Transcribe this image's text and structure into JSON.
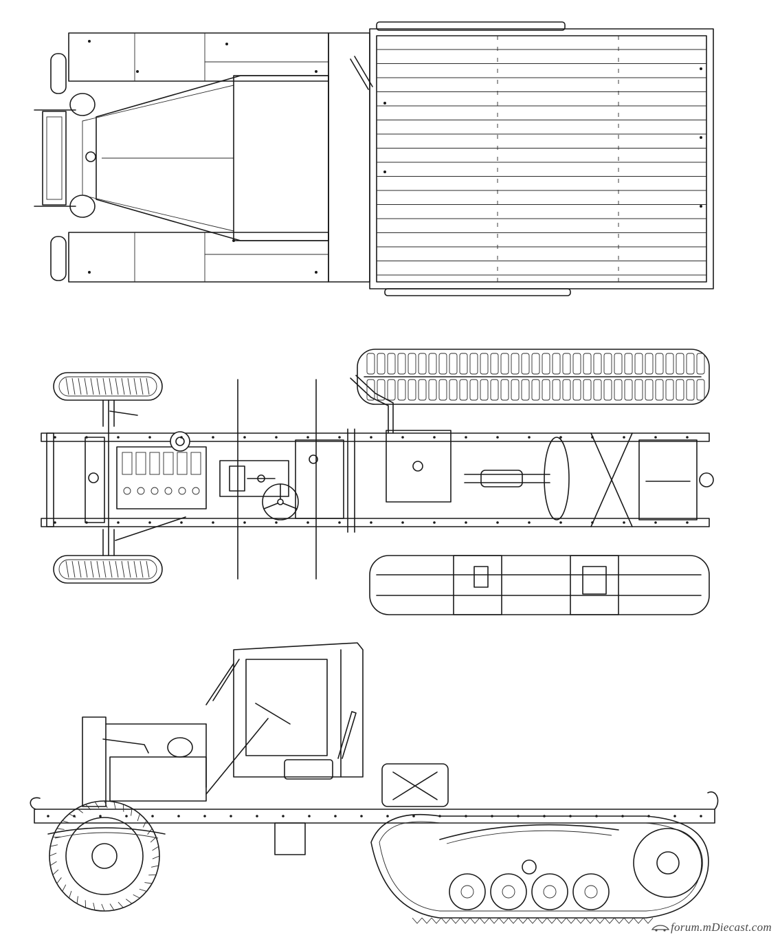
{
  "watermark": {
    "text": "forum.mDiecast.com",
    "color": "#4a4a4a"
  },
  "colors": {
    "background": "#ffffff",
    "line": "#1a1a1a"
  },
  "views": [
    {
      "id": "top",
      "label": ""
    },
    {
      "id": "chassis",
      "label": ""
    },
    {
      "id": "side",
      "label": ""
    }
  ]
}
